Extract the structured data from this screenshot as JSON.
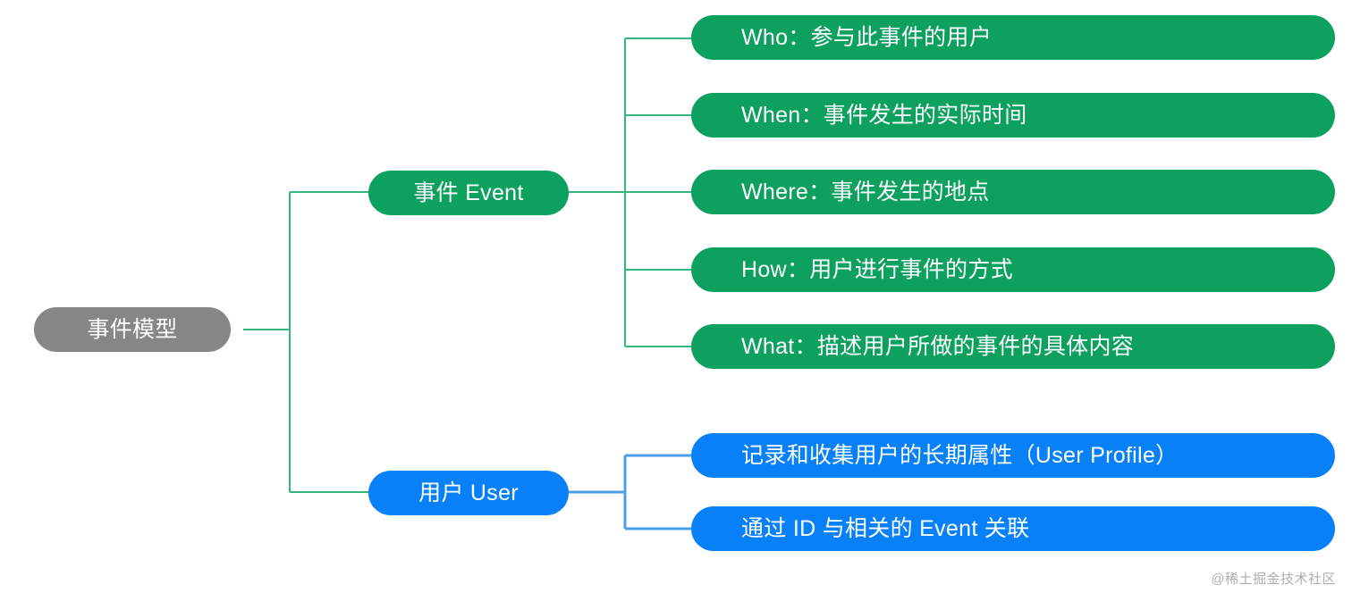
{
  "diagram": {
    "title": "事件模型",
    "type": "mind-map",
    "colors": {
      "root": "#868686",
      "event_green": "#0da05f",
      "user_blue": "#0881f8",
      "connector_green": "#35b67f",
      "connector_blue": "#4a9fe8",
      "text": "#ffffff",
      "background": "#ffffff",
      "watermark": "#9aa0a6"
    },
    "root": {
      "label": "事件模型"
    },
    "branches": [
      {
        "id": "event",
        "label": "事件 Event",
        "color": "#0da05f",
        "children": [
          {
            "id": "who",
            "label": "Who：参与此事件的用户"
          },
          {
            "id": "when",
            "label": "When：事件发生的实际时间"
          },
          {
            "id": "where",
            "label": "Where：事件发生的地点"
          },
          {
            "id": "how",
            "label": "How：用户进行事件的方式"
          },
          {
            "id": "what",
            "label": "What：描述用户所做的事件的具体内容"
          }
        ]
      },
      {
        "id": "user",
        "label": "用户 User",
        "color": "#0881f8",
        "children": [
          {
            "id": "profile",
            "label": "记录和收集用户的长期属性（User Profile）"
          },
          {
            "id": "event-id",
            "label": "通过 ID 与相关的 Event 关联"
          }
        ]
      }
    ],
    "watermark": "@稀土掘金技术社区"
  }
}
